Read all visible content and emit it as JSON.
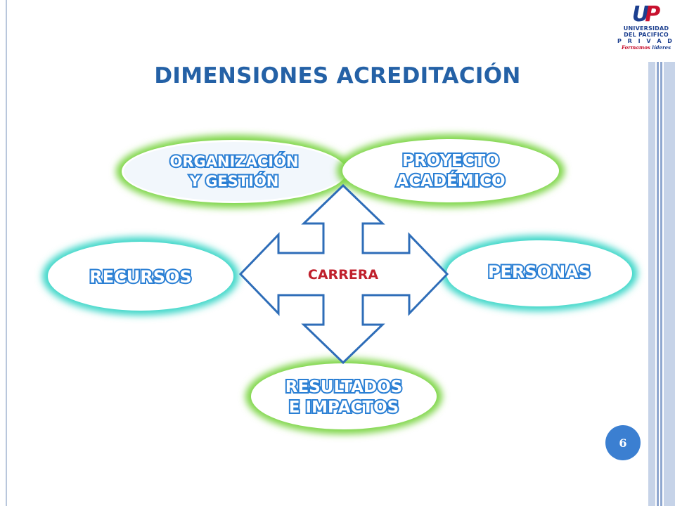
{
  "title": "DIMENSIONES ACREDITACIÓN",
  "logo": {
    "mark_u": "U",
    "mark_p": "P",
    "line1": "UNIVERSIDAD",
    "line2": "DEL PACIFICO",
    "line3": "P R I V A D A",
    "tag1": "Formamos",
    "tag2": "líderes"
  },
  "center": {
    "label": "CARRERA"
  },
  "dimensions": [
    {
      "id": "organizacion",
      "lines": [
        "ORGANIZACIÓN",
        "Y GESTIÓN"
      ]
    },
    {
      "id": "proyecto",
      "lines": [
        "PROYECTO",
        "ACADÉMICO"
      ]
    },
    {
      "id": "recursos",
      "lines": [
        "RECURSOS"
      ]
    },
    {
      "id": "personas",
      "lines": [
        "PERSONAS"
      ]
    },
    {
      "id": "resultados",
      "lines": [
        "RESULTADOS",
        "E IMPACTOS"
      ]
    }
  ],
  "page_number": "6",
  "colors": {
    "title": "#2461a6",
    "ellipse_fill": "#2a7fd4",
    "ellipse_glow_green": "#7fd64a",
    "ellipse_glow_cyan": "#3fd7c9",
    "arrow_stroke": "#2e6db8",
    "center_label": "#c0202c",
    "logo_blue": "#1c3f8f",
    "logo_red": "#c8102e"
  }
}
